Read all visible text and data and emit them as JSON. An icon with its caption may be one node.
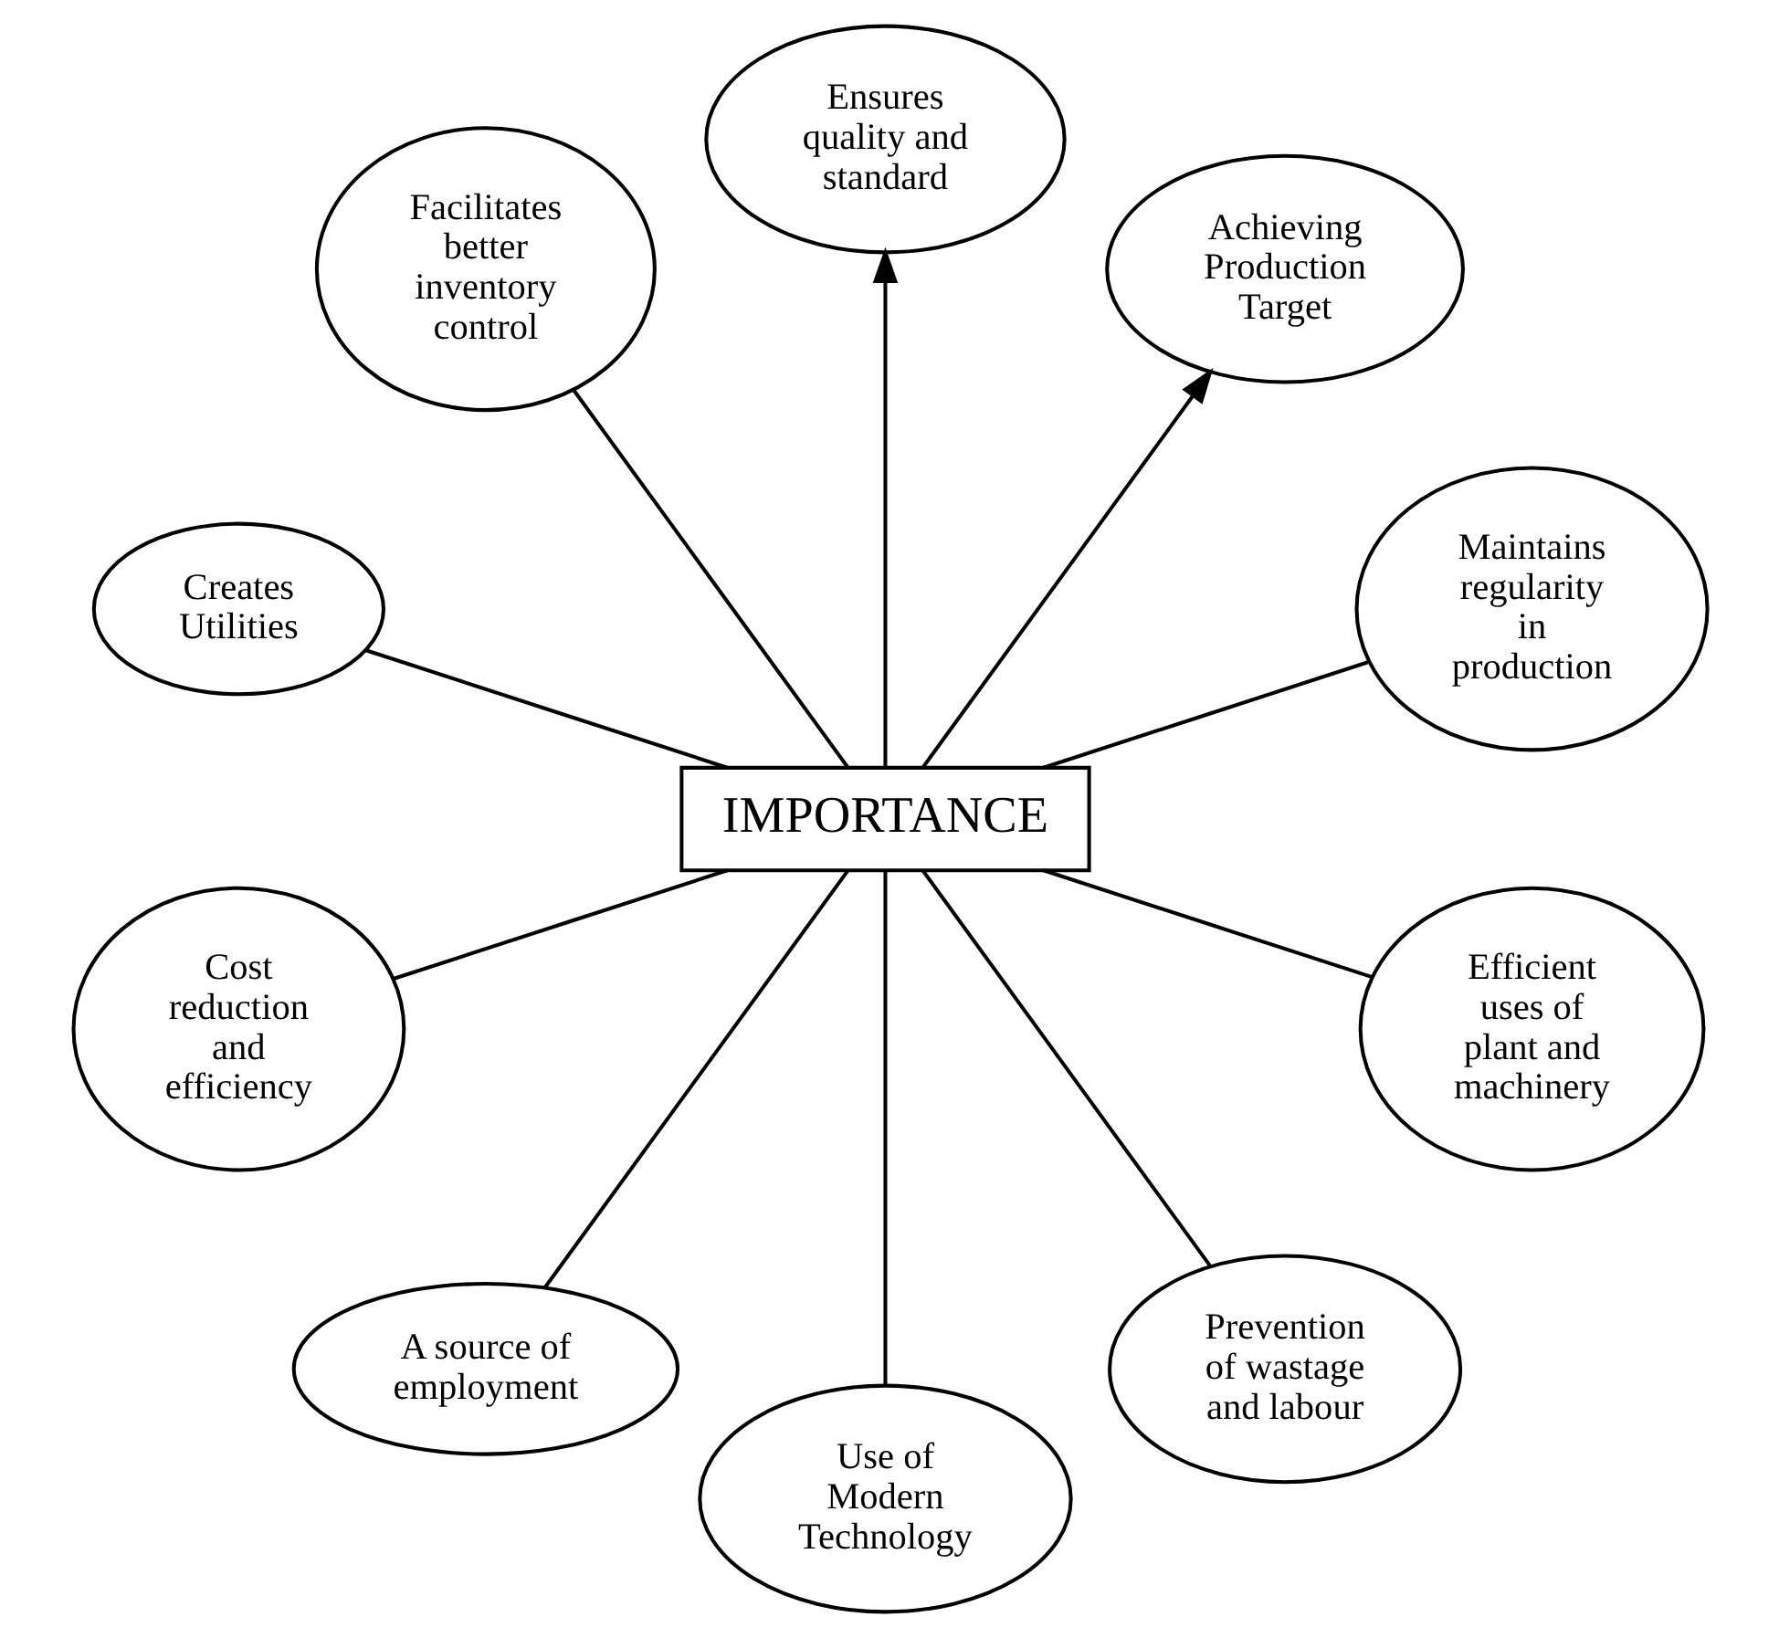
{
  "diagram": {
    "nodes": [
      {
        "text": [
          "IMPORTANCE"
        ]
      },
      {
        "text": [
          "Maintains regularity in production"
        ]
      },
      {
        "text": [
          "Achieving Production Target"
        ]
      },
      {
        "text": [
          "Ensures quality and standard"
        ]
      },
      {
        "text": [
          "Facilitates better inventory control"
        ]
      },
      {
        "text": [
          "Creates Utilities"
        ]
      },
      {
        "text": [
          "Cost reduction and efficiency"
        ]
      },
      {
        "text": [
          "A source of employment"
        ]
      },
      {
        "text": [
          "Use of Modern Technology"
        ]
      },
      {
        "text": [
          "Prevention of wastage and labour"
        ]
      },
      {
        "text": [
          "Efficient uses of plant and machinery"
        ]
      }
    ],
    "edges": [
      {
        "from": 0,
        "to": 1,
        "arrow": "none"
      },
      {
        "from": 0,
        "to": 2,
        "arrow": "to"
      },
      {
        "from": 0,
        "to": 3,
        "arrow": "to"
      },
      {
        "from": 0,
        "to": 4,
        "arrow": "none"
      },
      {
        "from": 0,
        "to": 5,
        "arrow": "none"
      },
      {
        "from": 0,
        "to": 6,
        "arrow": "none"
      },
      {
        "from": 0,
        "to": 7,
        "arrow": "none"
      },
      {
        "from": 0,
        "to": 8,
        "arrow": "none"
      },
      {
        "from": 0,
        "to": 9,
        "arrow": "none"
      },
      {
        "from": 0,
        "to": 10,
        "arrow": "none"
      }
    ]
  }
}
